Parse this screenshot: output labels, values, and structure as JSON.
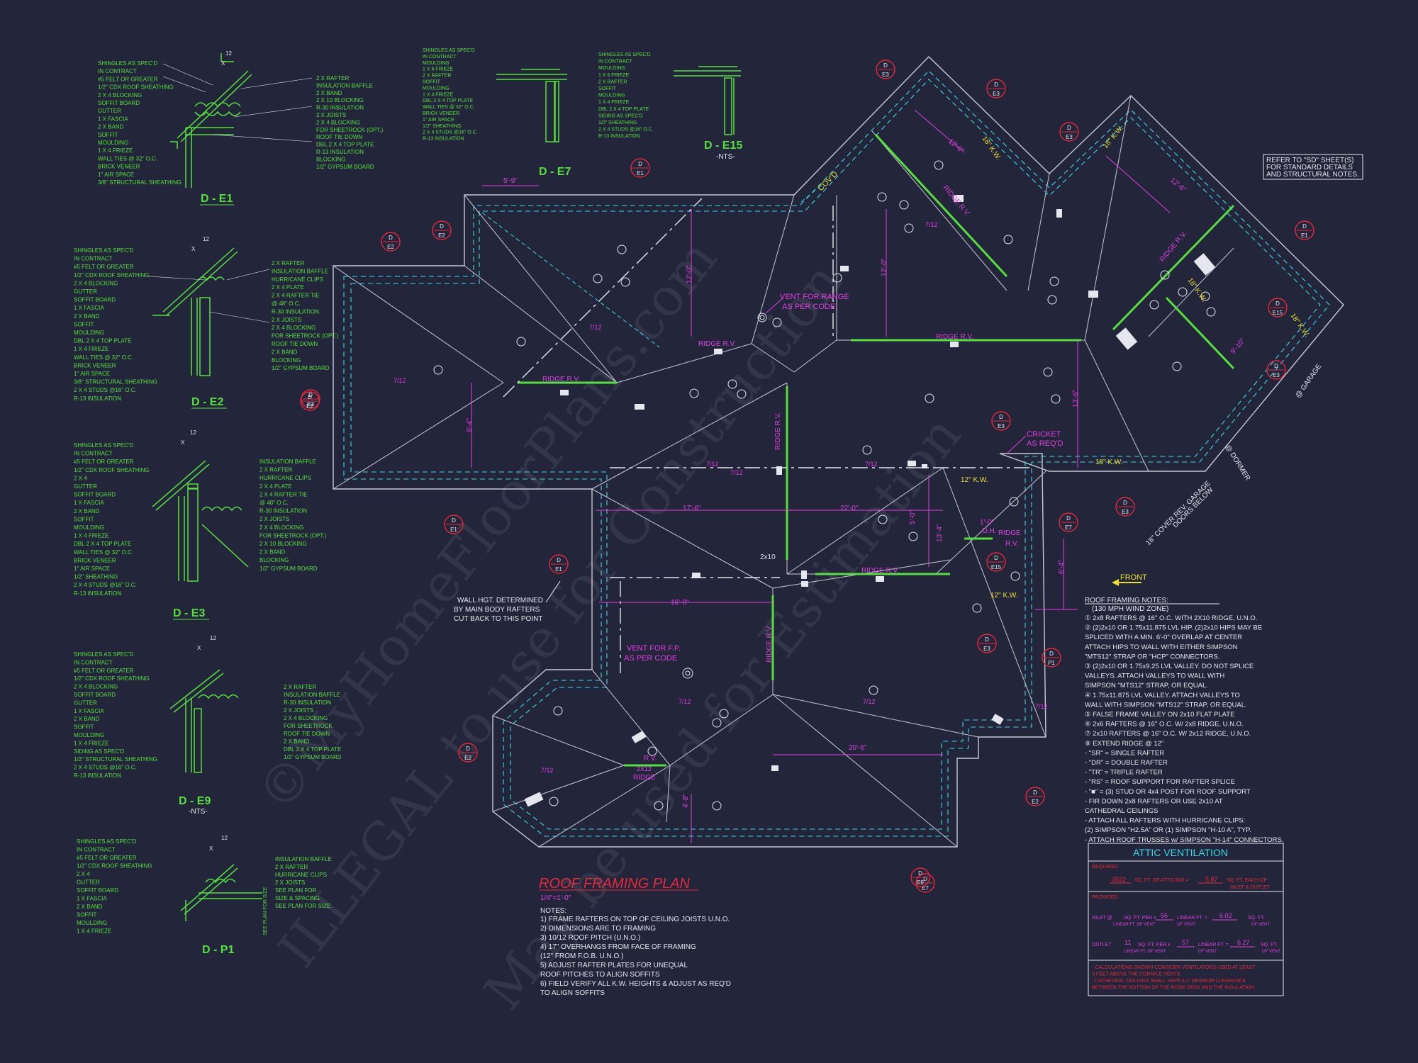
{
  "watermark": {
    "line1": "©MyHomeFloorPlans.com",
    "line2": "ILLEGAL to use for Construction",
    "line3": "May be used for Estimation"
  },
  "sections": [
    {
      "id": "D - E1",
      "title": "D - E1",
      "note": ""
    },
    {
      "id": "D - E2",
      "title": "D - E2",
      "note": ""
    },
    {
      "id": "D - E3",
      "title": "D - E3",
      "note": ""
    },
    {
      "id": "D - E9",
      "title": "D - E9",
      "note": "-NTS-"
    },
    {
      "id": "D - P1",
      "title": "D - P1",
      "note": ""
    },
    {
      "id": "D - E7",
      "title": "D - E7",
      "note": ""
    },
    {
      "id": "D - E15",
      "title": "D - E15",
      "note": "-NTS-"
    }
  ],
  "detail_e1": {
    "left": [
      "SHINGLES AS SPEC'D",
      "IN CONTRACT",
      "#5 FELT OR GREATER",
      "1/2\" CDX ROOF SHEATHING",
      "2 X 4 BLOCKING",
      "SOFFIT BOARD",
      "GUTTER",
      "1 X FASCIA",
      "2 X BAND",
      "SOFFIT",
      "MOULDING",
      "1 X 4 FRIEZE",
      "WALL TIES @ 32\" O.C.",
      "BRICK VENEER",
      "1\" AIR SPACE",
      "3/8\" STRUCTURAL SHEATHING"
    ],
    "right": [
      "2 X RAFTER",
      "INSULATION BAFFLE",
      "2 X BAND",
      "2 X 10 BLOCKING",
      "R-30 INSULATION",
      "2 X JOISTS",
      "2 X 4 BLOCKING",
      "FOR SHEETROCK (OPT.)",
      "ROOF TIE DOWN",
      "DBL 2 X 4 TOP PLATE",
      "R-13 INSULATION",
      "BLOCKING",
      "1/2\" GYPSUM BOARD"
    ]
  },
  "detail_e2": {
    "left": [
      "SHINGLES AS SPEC'D",
      "IN CONTRACT",
      "#5 FELT OR GREATER",
      "1/2\" CDX ROOF SHEATHING",
      "2 X 4 BLOCKING",
      "GUTTER",
      "SOFFIT BOARD",
      "1 X FASCIA",
      "2 X BAND",
      "SOFFIT",
      "MOULDING",
      "DBL 2 X 4 TOP PLATE",
      "1 X 4 FRIEZE",
      "WALL TIES @ 32\" O.C.",
      "BRICK VENEER",
      "1\" AIR SPACE",
      "3/8\" STRUCTURAL SHEATHING",
      "2 X 4 STUDS @16\" O.C.",
      "R-13 INSULATION"
    ],
    "right": [
      "2 X RAFTER",
      "INSULATION BAFFLE",
      "HURRICANE CLIPS",
      "2 X 4 PLATE",
      "2 X 4 RAFTER TIE",
      "@ 48\" O.C.",
      "R-30 INSULATION",
      "2 X JOISTS",
      "2 X 4 BLOCKING",
      "FOR SHEETROCK (OPT.)",
      "ROOF TIE DOWN",
      "2 X BAND",
      "BLOCKING",
      "1/2\" GYPSUM BOARD"
    ]
  },
  "detail_e3": {
    "left": [
      "SHINGLES AS SPEC'D",
      "IN CONTRACT",
      "#5 FELT OR GREATER",
      "1/2\" CDX ROOF SHEATHING",
      "2 X 4",
      "GUTTER",
      "SOFFIT BOARD",
      "1 X FASCIA",
      "2 X BAND",
      "SOFFIT",
      "MOULDING",
      "1 X 4 FRIEZE",
      "DBL 2 X 4 TOP PLATE",
      "WALL TIES @ 32\" O.C.",
      "BRICK VENEER",
      "1\" AIR SPACE",
      "1/2\" SHEATHING",
      "2 X 4 STUDS @16\" O.C.",
      "R-13 INSULATION"
    ],
    "right": [
      "INSULATION BAFFLE",
      "2 X RAFTER",
      "HURRICANE CLIPS",
      "2 X 4 PLATE",
      "2 X 4 RAFTER TIE",
      "@ 48\" O.C.",
      "R-30 INSULATION",
      "2 X JOISTS",
      "2 X 4 BLOCKING",
      "FOR SHEETROCK (OPT.)",
      "2 X 10 BLOCKING",
      "2 X BAND",
      "BLOCKING",
      "1/2\" GYPSUM BOARD"
    ]
  },
  "detail_e9": {
    "left": [
      "SHINGLES AS SPEC'D",
      "IN CONTRACT",
      "#5 FELT OR GREATER",
      "1/2\" CDX ROOF SHEATHING",
      "2 X 4 BLOCKING",
      "SOFFIT BOARD",
      "GUTTER",
      "1 X FASCIA",
      "2 X BAND",
      "SOFFIT",
      "MOULDING",
      "1 X 4 FRIEZE",
      "SIDING AS SPEC'D",
      "1/2\" STRUCTURAL SHEATHING",
      "2 X 4 STUDS @16\" O.C.",
      "R-13 INSULATION"
    ],
    "right": [
      "2 X RAFTER",
      "INSULATION BAFFLE",
      "R-30 INSULATION",
      "2 X JOISTS",
      "2 X 4 BLOCKING",
      "FOR SHEETROCK",
      "ROOF TIE DOWN",
      "2 X BAND",
      "DBL 2 X 4 TOP PLATE",
      "1/2\" GYPSUM BOARD"
    ]
  },
  "detail_p1": {
    "left": [
      "SHINGLES AS SPEC'D",
      "IN CONTRACT",
      "#5 FELT OR GREATER",
      "1/2\" CDX ROOF SHEATHING",
      "2 X 4",
      "GUTTER",
      "SOFFIT BOARD",
      "1 X FASCIA",
      "2 X BAND",
      "SOFFIT",
      "MOULDING",
      "1 X 4 FRIEZE"
    ],
    "right": [
      "INSULATION BAFFLE",
      "2 X RAFTER",
      "HURRICANE CLIPS",
      "2 X JOISTS",
      "SEE PLAN FOR",
      "SIZE & SPACING",
      "SEE PLAN FOR SIZE"
    ],
    "side": "SEE PLAN FOR SIZE"
  },
  "detail_e7": {
    "left": [
      "SHINGLES AS SPEC'D",
      "IN CONTRACT",
      "MOULDING",
      "1 X 6 FRIEZE",
      "2 X RAFTER",
      "SOFFIT",
      "MOULDING",
      "1 X 4 FRIEZE",
      "DBL 2 X 4 TOP PLATE",
      "WALL TIES @ 32\" O.C.",
      "BRICK VENEER",
      "1\" AIR SPACE",
      "1/2\" SHEATHING",
      "2 X 4 STUDS @16\" O.C.",
      "R-13 INSULATION"
    ]
  },
  "detail_e15": {
    "left": [
      "SHINGLES AS SPEC'D",
      "IN CONTRACT",
      "MOULDING",
      "1 X 6 FRIEZE",
      "2 X RAFTER",
      "SOFFIT",
      "MOULDING",
      "1 X 4 FRIEZE",
      "DBL 2 X 4 TOP PLATE",
      "SIDING AS SPEC'D",
      "1/2\" SHEATHING",
      "2 X 4 STUDS @16\" O.C.",
      "R-13 INSULATION"
    ]
  },
  "plan": {
    "title": "ROOF FRAMING PLAN",
    "scale": "1/4\"=1'-0\"",
    "notes_heading": "NOTES:",
    "notes": [
      "1) FRAME RAFTERS ON TOP OF CEILING JOISTS U.N.O.",
      "2) DIMENSIONS ARE TO FRAMING",
      "3) 10/12 ROOF PITCH (U.N.O.)",
      "4) 17\" OVERHANGS FROM FACE OF FRAMING",
      "   (12\" FROM F.O.B. U.N.O.)",
      "5) ADJUST RAFTER PLATES FOR UNEQUAL",
      "   ROOF PITCHES TO ALIGN SOFFITS",
      "6) FIELD VERIFY ALL K.W. HEIGHTS & ADJUST AS REQ'D",
      "   TO ALIGN SOFFITS"
    ],
    "ridge_labels": [
      "RIDGE R.V.",
      "RIDGE R.V.",
      "RIDGE R.V.",
      "RIDGE R.V.",
      "RIDGE R.V.",
      "RIDGE R.V.",
      "RIDGE R.V.",
      "RIDGE R.V."
    ],
    "pitch_labels": [
      "7/12",
      "7/12",
      "7/12",
      "7/12",
      "7/12",
      "7/12",
      "7/12",
      "7/12",
      "7/12",
      "7/12"
    ],
    "dimensions": [
      "5'-9\"",
      "17'-6\"",
      "22'-0\"",
      "16'-0\"",
      "20'-6\"",
      "12'-0\"",
      "9'-4\"",
      "12'-0\"",
      "6'-4\"",
      "13'-6\"",
      "5'-0\"",
      "4'-8\"",
      "9'-10\"",
      "12'-6\"",
      "12'-0\"",
      "13'-4\""
    ],
    "kw_labels": [
      "18\" K.W.",
      "18\" K.W.",
      "18\" K.W.",
      "18\" K.W.",
      "18\" K.W.",
      "12\" K.W.",
      "12\" K.W."
    ],
    "callouts": {
      "vent_range": [
        "VENT FOR RANGE",
        "AS PER CODE"
      ],
      "vent_fp": [
        "VENT FOR F.P.",
        "AS PER CODE"
      ],
      "cricket": [
        "CRICKET",
        "AS REQ'D"
      ],
      "cov_d": "COV'D",
      "wall_hgt": [
        "WALL HGT. DETERMINED",
        "BY MAIN BODY RAFTERS",
        "CUT BACK TO THIS POINT"
      ],
      "ridge_2x12": [
        "R.V.",
        "2X12",
        "RIDGE"
      ],
      "ridge_small": "RIDGE",
      "rv_small": "R.V.",
      "oh": [
        "1'-0\"",
        "O.H."
      ],
      "twox10": "2x10",
      "dormer": "@ DORMER",
      "garage": "@ GARAGE",
      "cover_garage": [
        "18\" COVER REV. GARAGE",
        "DOORS BELOW"
      ],
      "refer": [
        "REFER TO \"SD\" SHEET(S)",
        "FOR STANDARD DETAILS",
        "AND STRUCTURAL NOTES."
      ]
    },
    "section_bubbles": [
      {
        "top": "D",
        "bottom": "E3"
      },
      {
        "top": "D",
        "bottom": "E2"
      },
      {
        "top": "D",
        "bottom": "E2"
      },
      {
        "top": "D",
        "bottom": "E3"
      },
      {
        "top": "D",
        "bottom": "E1"
      },
      {
        "top": "D",
        "bottom": "E2"
      },
      {
        "top": "D",
        "bottom": "E3"
      },
      {
        "top": "D",
        "bottom": "E3"
      },
      {
        "top": "D",
        "bottom": "E1"
      },
      {
        "top": "D",
        "bottom": "E15"
      },
      {
        "top": "D",
        "bottom": "E3"
      },
      {
        "top": "D",
        "bottom": "E3"
      },
      {
        "top": "D",
        "bottom": "E1"
      },
      {
        "top": "D",
        "bottom": "E15"
      },
      {
        "top": "D",
        "bottom": "E7"
      },
      {
        "top": "D",
        "bottom": "E3"
      },
      {
        "top": "D",
        "bottom": "P1"
      },
      {
        "top": "D",
        "bottom": "E2"
      },
      {
        "top": "D",
        "bottom": "E3"
      },
      {
        "top": "D",
        "bottom": "E2"
      },
      {
        "top": "D",
        "bottom": "E7"
      },
      {
        "top": "D",
        "bottom": "E1"
      },
      {
        "top": "D",
        "bottom": "E9"
      }
    ]
  },
  "framing_notes": {
    "front_label": "FRONT",
    "title": "ROOF FRAMING NOTES:",
    "subtitle": "(130 MPH WIND ZONE)",
    "lines": [
      "① 2x8 RAFTERS @ 16\" O.C. WITH 2X10 RIDGE, U.N.O.",
      "② (2)2x10 OR 1.75x11.875 LVL HIP. (2)2x10 HIPS MAY BE",
      "   SPLICED WITH A MIN. 6'-0\" OVERLAP AT CENTER",
      "   ATTACH HIPS TO WALL WITH EITHER SIMPSON",
      "   \"MTS12\" STRAP OR \"HCP\" CONNECTORS.",
      "③ (2)2x10 OR 1.75x9.25 LVL VALLEY. DO NOT SPLICE",
      "   VALLEYS. ATTACH VALLEYS TO WALL WITH",
      "   SIMPSON \"MTS12\" STRAP, OR EQUAL.",
      "④ 1.75x11.875 LVL VALLEY. ATTACH VALLEYS TO",
      "   WALL WITH SIMPSON \"MTS12\" STRAP, OR EQUAL.",
      "⑤ FALSE FRAME VALLEY ON 2x10 FLAT PLATE",
      "⑥ 2x6 RAFTERS @ 16\" O.C. W/ 2x8 RIDGE, U.N.O.",
      "⑦ 2x10 RAFTERS @ 16\" O.C. W/ 2x12 RIDGE, U.N.O.",
      "⑧ EXTEND RIDGE @ 12\"",
      " - \"SR\" = SINGLE RAFTER",
      " - \"DR\" = DOUBLE RAFTER",
      " - \"TR\" = TRIPLE RAFTER",
      " - \"RS\" = ROOF SUPPORT FOR RAFTER SPLICE",
      " - \"■\" = (3) STUD OR 4x4 POST FOR ROOF SUPPORT",
      " - FIR DOWN 2x8 RAFTERS OR USE 2x10 AT",
      "   CATHEDRAL CEILINGS",
      " - ATTACH ALL RAFTERS WITH HURRICANE CLIPS:",
      "   (2) SIMPSON \"H2.5A\" OR (1) SIMPSON \"H-10 A\", TYP.",
      " - ATTACH ROOF TRUSSES w/ SIMPSON \"H-14\" CONNECTORS."
    ]
  },
  "attic": {
    "title": "ATTIC VENTILATION",
    "required_label": "REQUIRED",
    "required_value1": "3522",
    "required_text1": "SQ. FT. OF ATTIC/600 =",
    "required_value2": "5.87",
    "required_text2": "SQ. FT. EACH OF",
    "required_text3": "INLET & OUTLET",
    "provided_label": "PROVIDED",
    "inlet_label": "INLET @",
    "inlet_text": "SQ. FT. PER x",
    "inlet_value1": "56",
    "inlet_text2": "LINEAR FT. =",
    "inlet_value2": "6.02",
    "inlet_text3": "SQ. FT.",
    "inlet_sub1": "LINEAR FT. OF VENT",
    "inlet_sub2": "OF VENT",
    "inlet_sub3": "OF VENT",
    "outlet_label": "OUTLET",
    "outlet_value0": "11",
    "outlet_text": "SQ. FT. PER x",
    "outlet_value1": "57",
    "outlet_text2": "LINEAR FT. =",
    "outlet_value2": "6.27",
    "outlet_text3": "SQ. FT.",
    "outlet_sub1": "LINEAR FT. OF VENT",
    "outlet_sub2": "OF VENT",
    "outlet_sub3": "OF VENT",
    "notes": [
      "- CALCULATIONS SHOWN CONSIDER VENTILATORS USED AT LEAST",
      "  3 FEET ABOVE THE CORNICE VENTS",
      "- CATHEDRAL CEILINGS SHALL HAVE A 1\" MINIMUM CLEARANCE",
      "  BETWEEN THE BOTTOM OF THE ROOF DECK AND THE INSULATION."
    ]
  },
  "colors": {
    "background": "#23253a",
    "green": "#56e03c",
    "white": "#e6e6ee",
    "magenta": "#e040e0",
    "red": "#e8283a",
    "yellow": "#e8e030",
    "cyan": "#3ad8e8"
  }
}
